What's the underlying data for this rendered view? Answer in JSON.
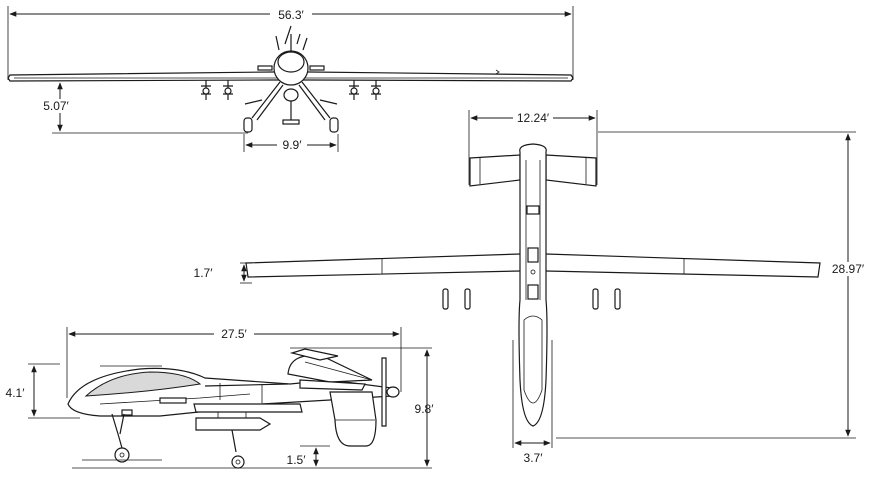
{
  "dimensions": {
    "front_span": "56.3′",
    "front_height": "5.07′",
    "front_track": "9.9′",
    "tail_span": "12.24′",
    "top_length": "28.97′",
    "wing_chord": "1.7′",
    "fuselage_width": "3.7′",
    "side_length": "27.5′",
    "side_body_height": "4.1′",
    "side_total_height": "9.8′",
    "side_ground_clearance": "1.5′"
  }
}
